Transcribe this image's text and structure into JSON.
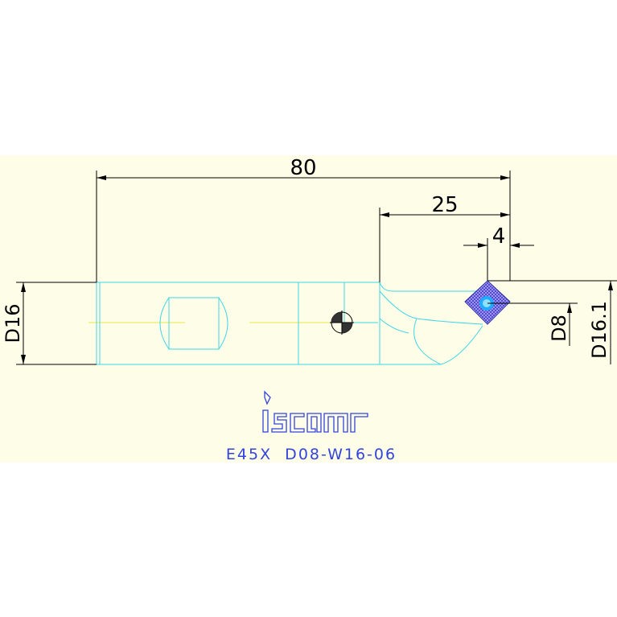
{
  "dimensions": {
    "overall_length": "80",
    "head_length": "25",
    "insert_offset": "4",
    "shank_diameter": "D16",
    "insert_diameter": "D8",
    "cutting_diameter": "D16.1"
  },
  "brand": {
    "logo_text": "iscar"
  },
  "product_code": "E45X  D08-W16-06",
  "colors": {
    "background_panel": "#fdfde8",
    "tool_outline": "#3fd6e6",
    "dimension_lines": "#000000",
    "centerline": "#e8e84a",
    "insert_fill": "#3b3bd8",
    "insert_center": "#22aaff",
    "brand_color": "#3344dd"
  }
}
